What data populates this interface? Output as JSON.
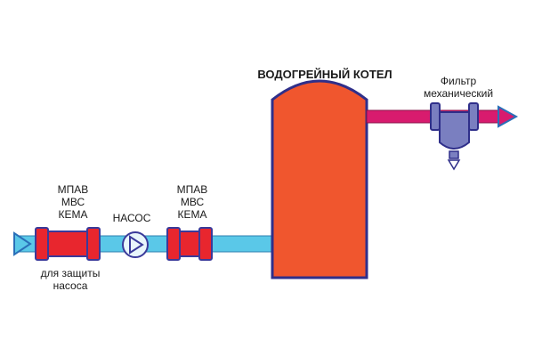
{
  "boiler": {
    "title": "ВОДОГРЕЙНЫЙ КОТЕЛ"
  },
  "filter": {
    "line1": "Фильтр",
    "line2": "механический"
  },
  "device_left": {
    "line1": "МПАВ",
    "line2": "МВС",
    "line3": "КЕМА"
  },
  "device_right": {
    "line1": "МПАВ",
    "line2": "МВС",
    "line3": "КЕМА"
  },
  "pump": {
    "label": "НАСОС"
  },
  "protection_note": {
    "line1": "для защиты",
    "line2": "насоса"
  },
  "colors": {
    "cold_pipe": "#5ac8e8",
    "hot_pipe": "#d81b6e",
    "flange_fill": "#e8262e",
    "flange_outline": "#3a3a9a",
    "boiler_fill": "#f0562e",
    "boiler_outline": "#2f2f8a",
    "arrow": "#2a6fb8",
    "filter_fill": "#7a7fc0"
  }
}
